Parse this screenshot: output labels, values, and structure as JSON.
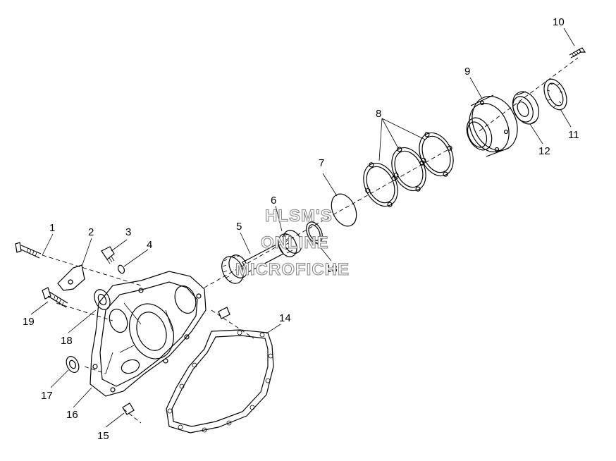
{
  "diagram": {
    "callouts": [
      {
        "id": "1",
        "text": "1"
      },
      {
        "id": "2",
        "text": "2"
      },
      {
        "id": "3",
        "text": "3"
      },
      {
        "id": "4",
        "text": "4"
      },
      {
        "id": "5",
        "text": "5"
      },
      {
        "id": "6",
        "text": "6"
      },
      {
        "id": "7",
        "text": "7"
      },
      {
        "id": "8",
        "text": "8"
      },
      {
        "id": "9",
        "text": "9"
      },
      {
        "id": "10",
        "text": "10"
      },
      {
        "id": "11",
        "text": "11"
      },
      {
        "id": "12",
        "text": "12"
      },
      {
        "id": "13",
        "text": "13"
      },
      {
        "id": "14",
        "text": "14"
      },
      {
        "id": "15",
        "text": "15"
      },
      {
        "id": "16",
        "text": "16"
      },
      {
        "id": "17",
        "text": "17"
      },
      {
        "id": "18",
        "text": "18"
      },
      {
        "id": "19",
        "text": "19"
      }
    ],
    "watermark": [
      "HLSM'S",
      "ONLINE",
      "MICROFICHE"
    ]
  }
}
